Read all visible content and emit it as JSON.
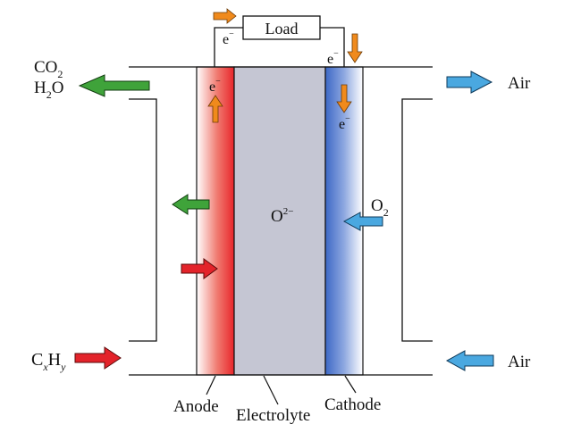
{
  "diagram": {
    "title": "Solid oxide fuel cell schematic",
    "load_label": "Load",
    "electron_label": "e",
    "electron_charge": "−",
    "electrolyte_ion": {
      "base": "O",
      "charge": "2−"
    },
    "oxygen": {
      "base": "O",
      "sub": "2"
    },
    "exhaust": {
      "line1": {
        "base": "CO",
        "sub": "2"
      },
      "line2": {
        "pre": "H",
        "sub": "2",
        "post": "O"
      }
    },
    "fuel": {
      "c": "C",
      "x": "x",
      "h": "H",
      "y": "y"
    },
    "air_out_label": "Air",
    "air_in_label": "Air",
    "layers": {
      "anode": "Anode",
      "electrolyte": "Electrolyte",
      "cathode": "Cathode"
    },
    "colors": {
      "anode": "#e8262b",
      "electrolyte": "#c5c6d3",
      "cathode": "#3d68c6",
      "electron_arrow": "#f08a1c",
      "exhaust_arrow": "#3fa33a",
      "fuel_arrow": "#e3232a",
      "air_arrow": "#4aa8e0"
    }
  }
}
